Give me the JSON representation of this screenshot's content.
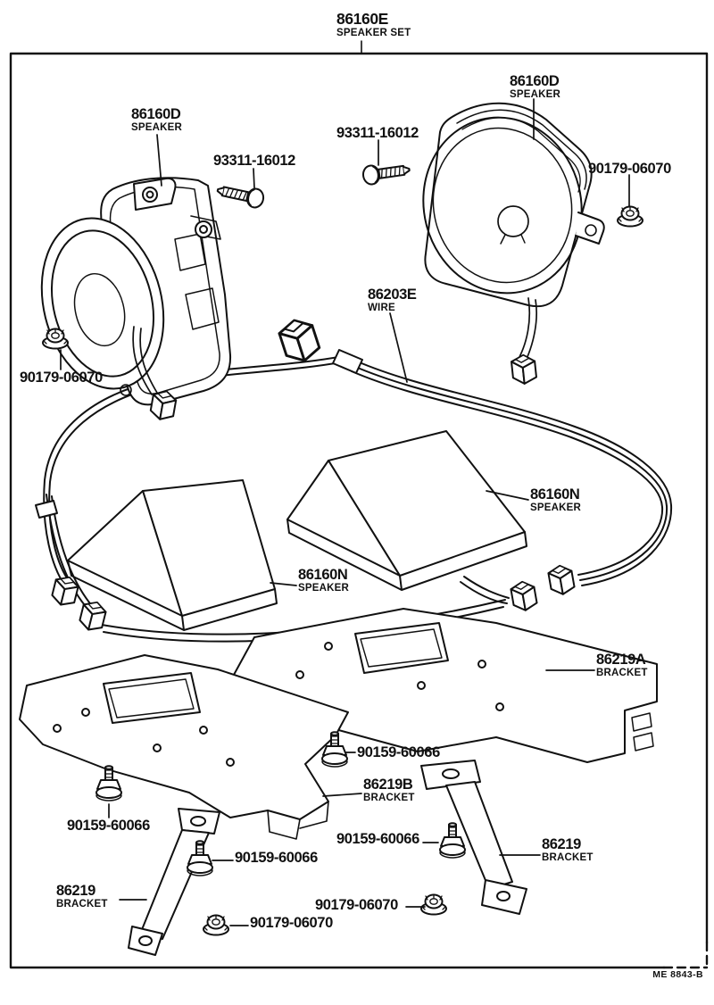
{
  "diagram": {
    "title": {
      "code": "86160E",
      "name": "SPEAKER SET"
    },
    "footer_ref": "ME 8843-B",
    "ink_color": "#111111",
    "paper_color": "#ffffff",
    "labels": [
      {
        "id": "speaker-left",
        "code": "86160D",
        "name": "SPEAKER"
      },
      {
        "id": "screw-left",
        "code": "93311-16012",
        "name": ""
      },
      {
        "id": "screw-right",
        "code": "93311-16012",
        "name": ""
      },
      {
        "id": "speaker-right",
        "code": "86160D",
        "name": "SPEAKER"
      },
      {
        "id": "nut-upper-right",
        "code": "90179-06070",
        "name": ""
      },
      {
        "id": "wire",
        "code": "86203E",
        "name": "WIRE"
      },
      {
        "id": "nut-upper-left",
        "code": "90179-06070",
        "name": ""
      },
      {
        "id": "box-speaker-right",
        "code": "86160N",
        "name": "SPEAKER"
      },
      {
        "id": "box-speaker-left",
        "code": "86160N",
        "name": "SPEAKER"
      },
      {
        "id": "bracket-a",
        "code": "86219A",
        "name": "BRACKET"
      },
      {
        "id": "bolt-center",
        "code": "90159-60066",
        "name": ""
      },
      {
        "id": "bracket-b",
        "code": "86219B",
        "name": "BRACKET"
      },
      {
        "id": "bolt-left",
        "code": "90159-60066",
        "name": ""
      },
      {
        "id": "bolt-right",
        "code": "90159-60066",
        "name": ""
      },
      {
        "id": "bolt-lower-center",
        "code": "90159-60066",
        "name": ""
      },
      {
        "id": "bracket-right",
        "code": "86219",
        "name": "BRACKET"
      },
      {
        "id": "bracket-left",
        "code": "86219",
        "name": "BRACKET"
      },
      {
        "id": "nut-lower-right",
        "code": "90179-06070",
        "name": ""
      },
      {
        "id": "nut-lower-left",
        "code": "90179-06070",
        "name": ""
      }
    ]
  }
}
